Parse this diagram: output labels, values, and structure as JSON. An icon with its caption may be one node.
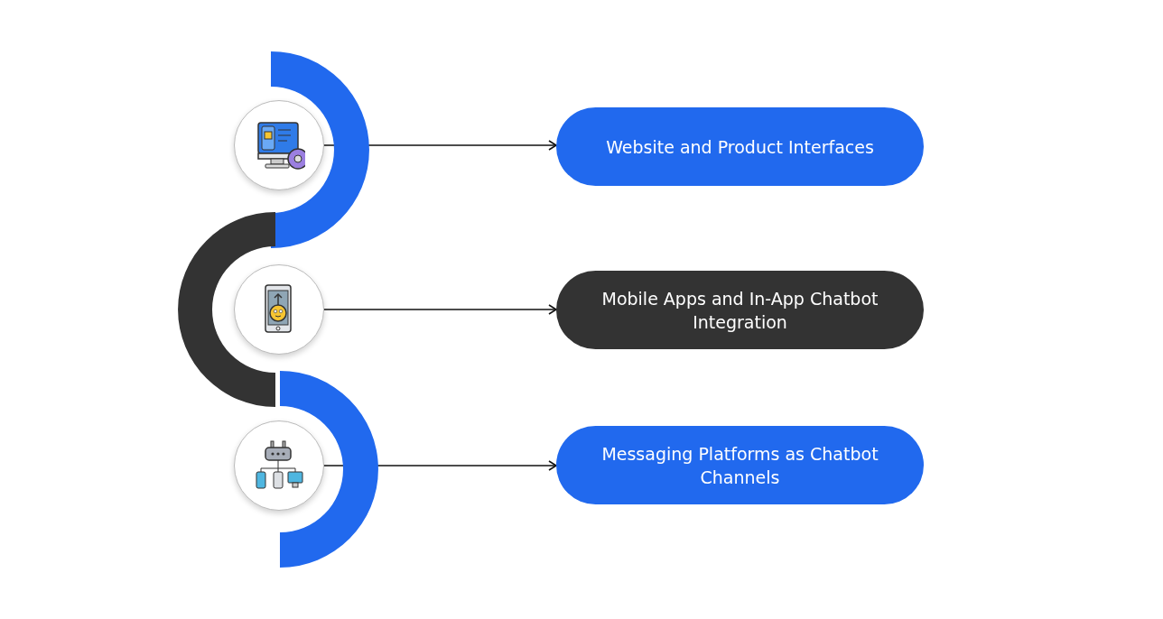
{
  "diagram": {
    "nodes": [
      {
        "text": [],
        "shape": "circle"
      },
      {
        "text": [],
        "shape": "circle"
      },
      {
        "text": [],
        "shape": "circle"
      },
      {
        "text": [
          "Website and Product Interfaces"
        ]
      },
      {
        "text": [
          "Mobile Apps and In-App Chatbot Integration"
        ]
      },
      {
        "text": [
          "Messaging Platforms as Chatbot Channels"
        ]
      }
    ],
    "edges": [
      {
        "from": 0,
        "to": 3,
        "arrow": "to"
      },
      {
        "from": 1,
        "to": 4,
        "arrow": "to"
      },
      {
        "from": 2,
        "to": 5,
        "arrow": "to"
      }
    ]
  }
}
